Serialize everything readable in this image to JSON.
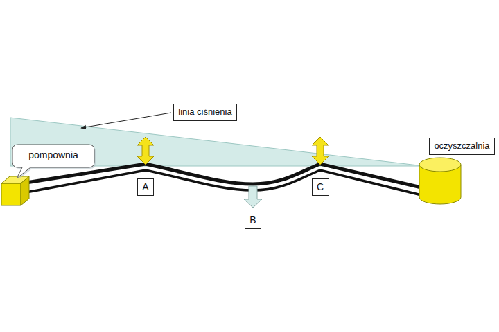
{
  "diagram": {
    "nodes": [
      {
        "text": [
          "linia ciśnienia"
        ]
      },
      {
        "text": [
          "pompownia"
        ]
      },
      {
        "text": [
          "oczyszczalnia"
        ]
      },
      {
        "text": [
          "A"
        ]
      },
      {
        "text": [
          "C"
        ]
      },
      {
        "text": [
          "B"
        ]
      }
    ]
  }
}
